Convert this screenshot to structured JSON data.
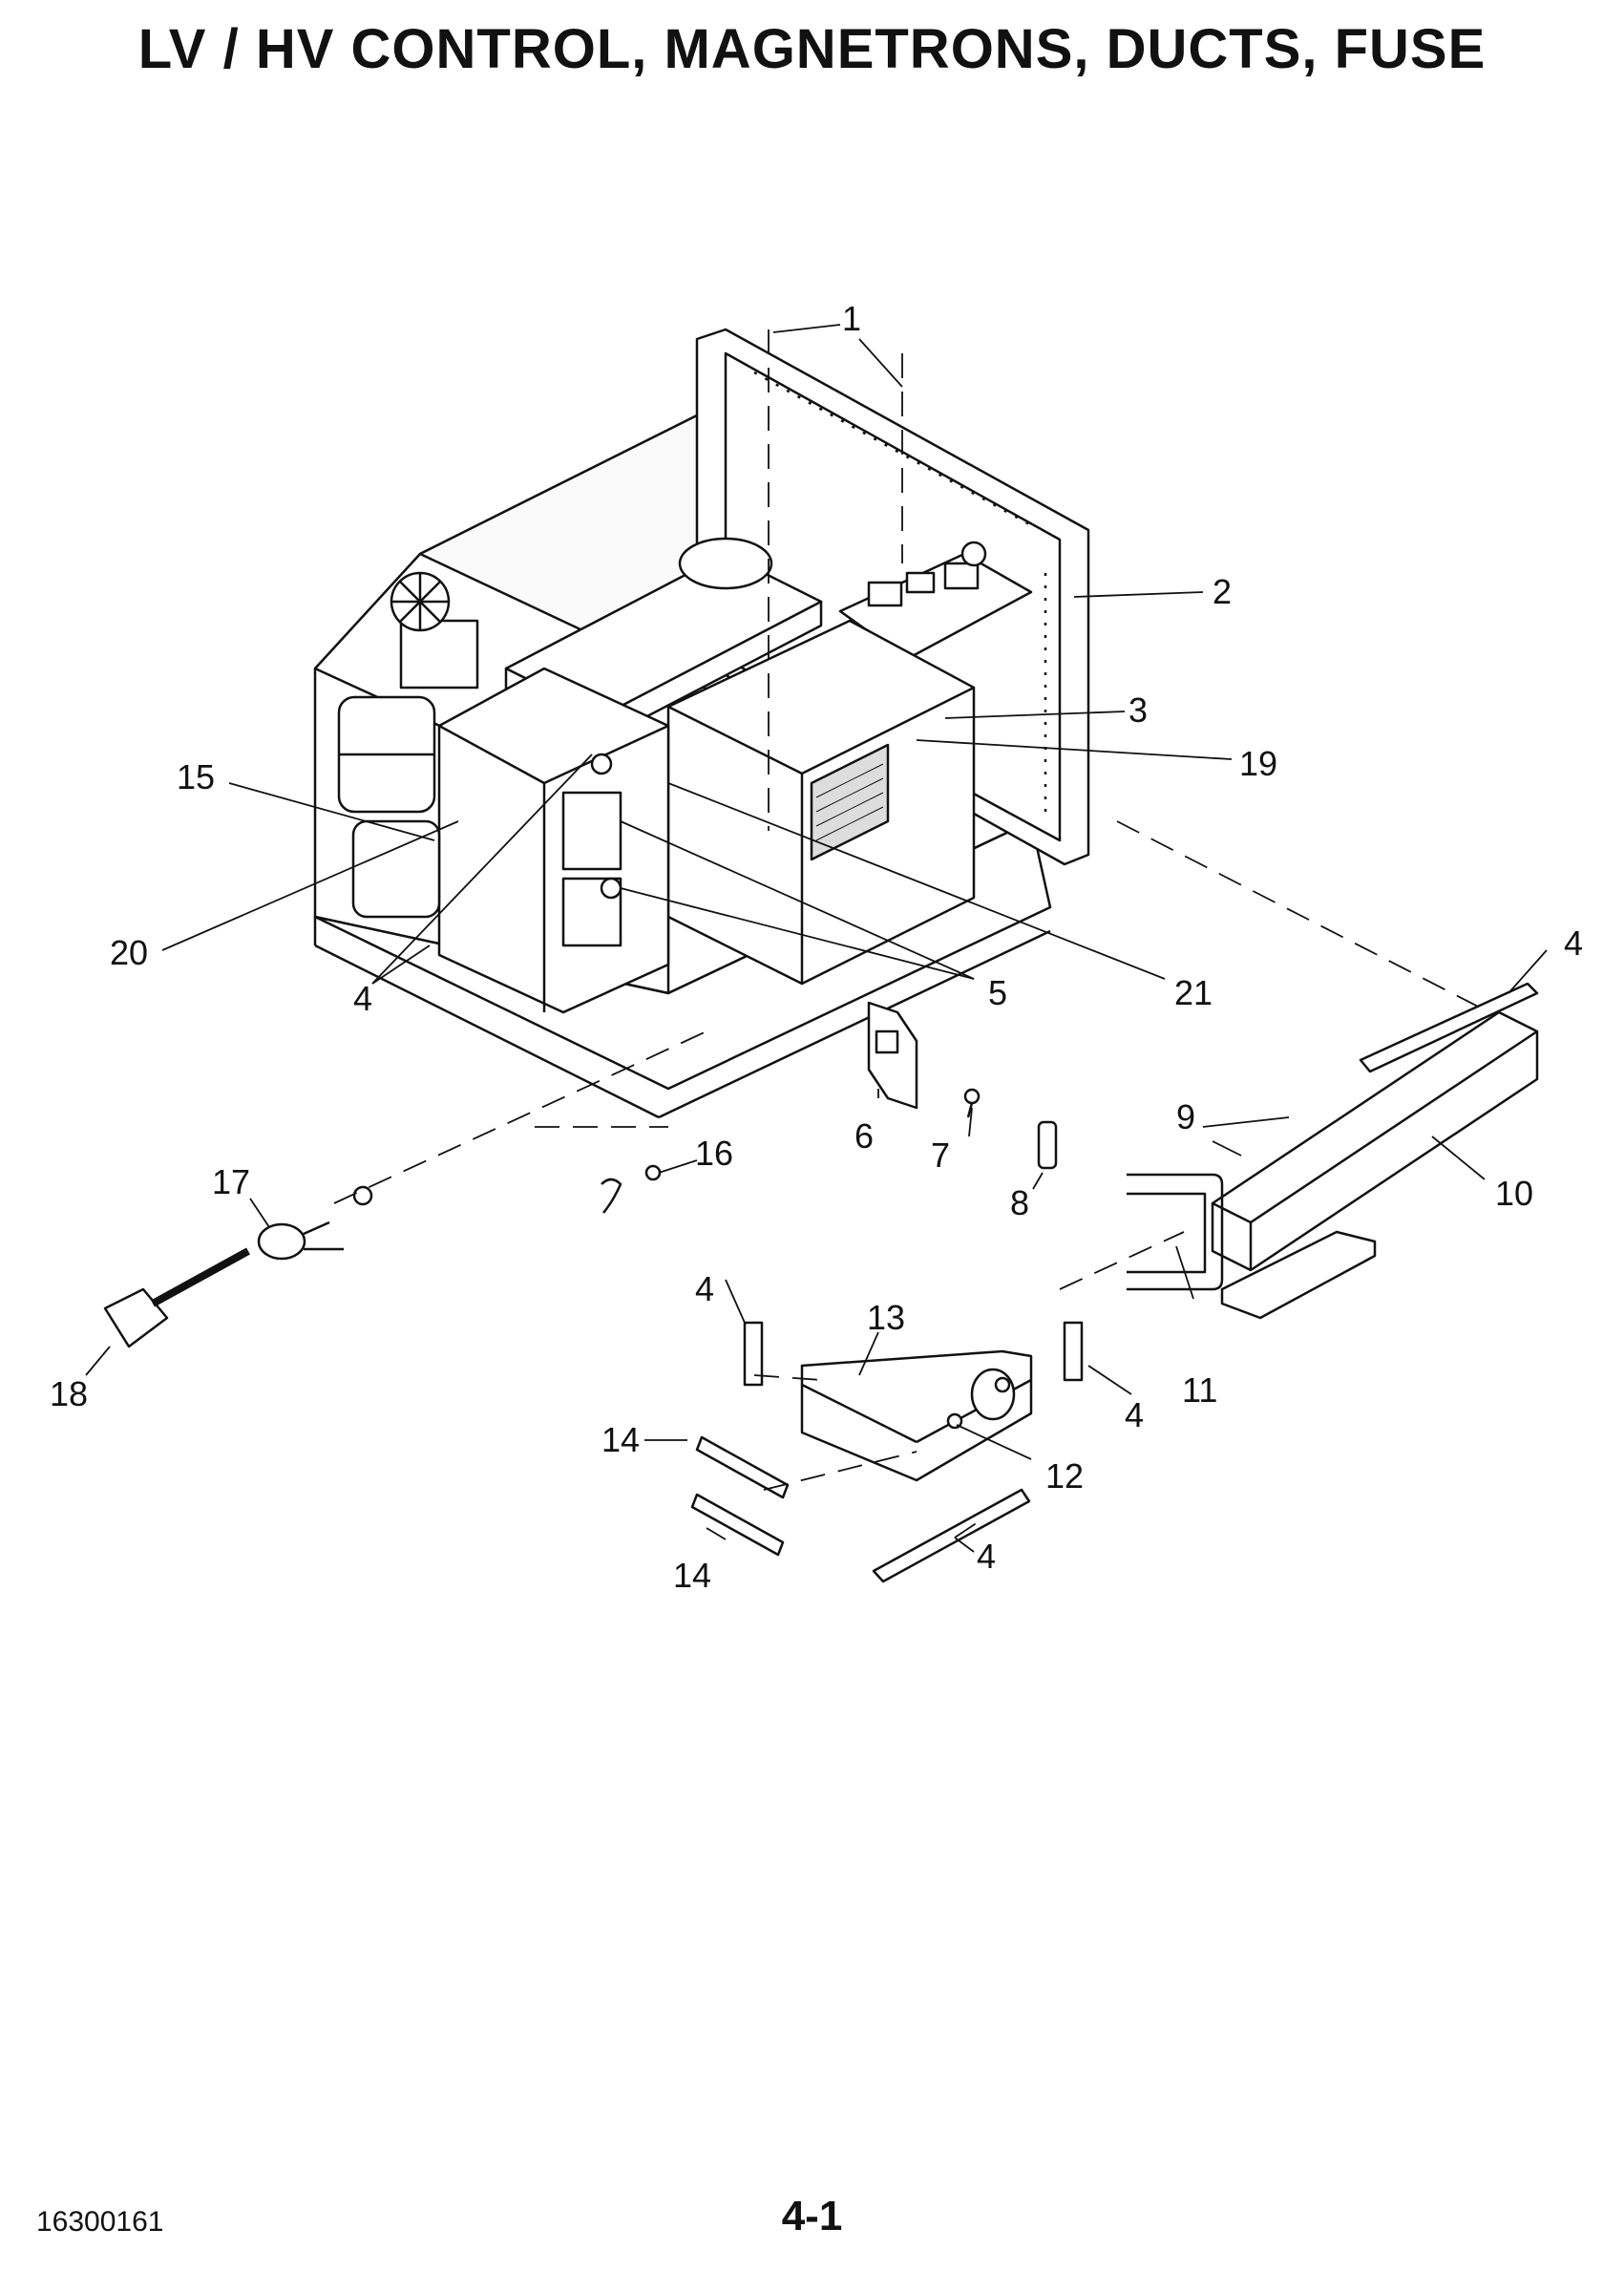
{
  "page": {
    "title": "LV / HV CONTROL, MAGNETRONS, DUCTS, FUSE",
    "doc_number": "16300161",
    "page_number": "4-1"
  },
  "callouts": [
    {
      "id": "c1",
      "label": "1"
    },
    {
      "id": "c2",
      "label": "2"
    },
    {
      "id": "c3",
      "label": "3"
    },
    {
      "id": "c19",
      "label": "19"
    },
    {
      "id": "c15",
      "label": "15"
    },
    {
      "id": "c20",
      "label": "20"
    },
    {
      "id": "c4a",
      "label": "4"
    },
    {
      "id": "c5",
      "label": "5"
    },
    {
      "id": "c21",
      "label": "21"
    },
    {
      "id": "c4b",
      "label": "4"
    },
    {
      "id": "c9",
      "label": "9"
    },
    {
      "id": "c10",
      "label": "10"
    },
    {
      "id": "c16",
      "label": "16"
    },
    {
      "id": "c17",
      "label": "17"
    },
    {
      "id": "c6",
      "label": "6"
    },
    {
      "id": "c7",
      "label": "7"
    },
    {
      "id": "c8",
      "label": "8"
    },
    {
      "id": "c18",
      "label": "18"
    },
    {
      "id": "c4c",
      "label": "4"
    },
    {
      "id": "c13",
      "label": "13"
    },
    {
      "id": "c11",
      "label": "11"
    },
    {
      "id": "c4d",
      "label": "4"
    },
    {
      "id": "c14a",
      "label": "14"
    },
    {
      "id": "c12",
      "label": "12"
    },
    {
      "id": "c14b",
      "label": "14"
    },
    {
      "id": "c4e",
      "label": "4"
    }
  ]
}
